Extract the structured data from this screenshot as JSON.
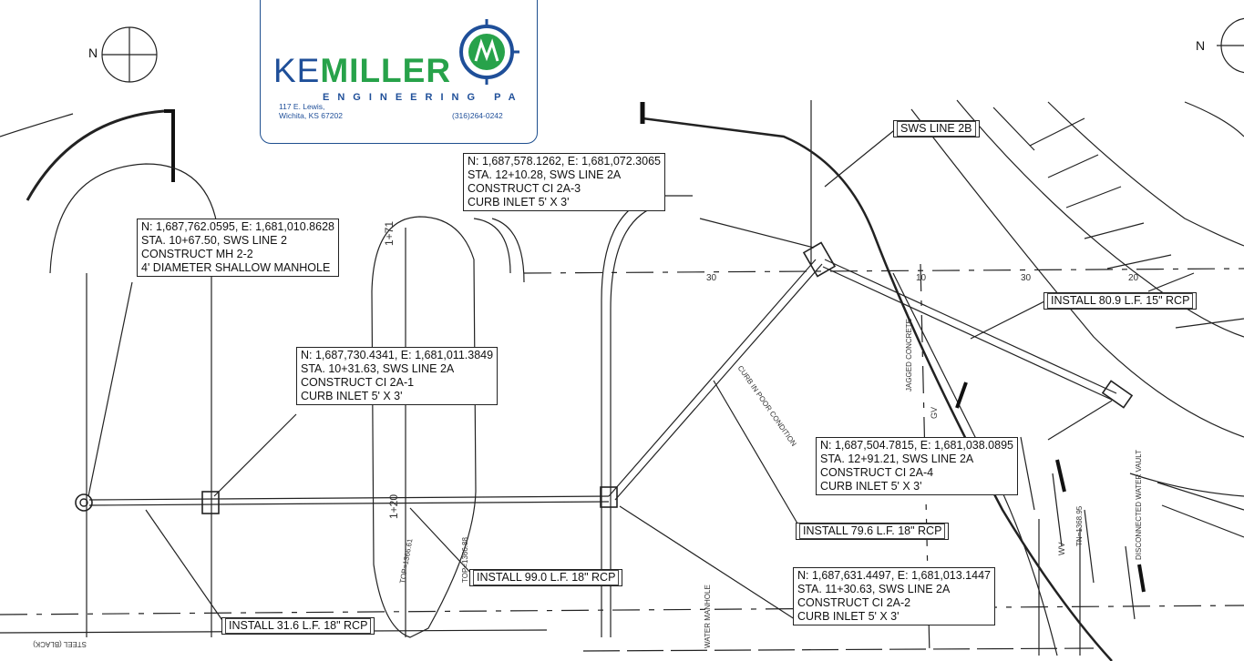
{
  "north_left": "N",
  "north_right": "N",
  "logo": {
    "word_ke": "KE",
    "word_miller": "MILLER",
    "subtitle": "ENGINEERING PA",
    "address_line1": "117 E. Lewis,",
    "address_line2": "Wichita, KS 67202",
    "phone": "(316)264-0242"
  },
  "callouts": {
    "mh_2_2": {
      "coords": "N: 1,687,762.0595, E: 1,681,010.8628",
      "station": "STA. 10+67.50, SWS LINE 2",
      "construct": "CONSTRUCT MH 2-2",
      "desc": "4' DIAMETER SHALLOW MANHOLE"
    },
    "ci_2a_3": {
      "coords": "N: 1,687,578.1262, E: 1,681,072.3065",
      "station": "STA. 12+10.28, SWS LINE 2A",
      "construct": "CONSTRUCT CI 2A-3",
      "desc": "CURB INLET 5' X 3'"
    },
    "ci_2a_1": {
      "coords": "N: 1,687,730.4341, E: 1,681,011.3849",
      "station": "STA. 10+31.63, SWS LINE 2A",
      "construct": "CONSTRUCT CI 2A-1",
      "desc": "CURB INLET 5' X 3'"
    },
    "ci_2a_4": {
      "coords": "N: 1,687,504.7815, E: 1,681,038.0895",
      "station": "STA. 12+91.21, SWS LINE 2A",
      "construct": "CONSTRUCT CI 2A-4",
      "desc": "CURB INLET 5' X 3'"
    },
    "ci_2a_2": {
      "coords": "N: 1,687,631.4497, E: 1,681,013.1447",
      "station": "STA. 11+30.63, SWS LINE 2A",
      "construct": "CONSTRUCT CI 2A-2",
      "desc": "CURB INLET 5' X 3'"
    }
  },
  "tags": {
    "sws_2b": "SWS LINE 2B",
    "pipe_80_9": "INSTALL 80.9 L.F. 15\" RCP",
    "pipe_79_6": "INSTALL 79.6 L.F. 18\" RCP",
    "pipe_99_0": "INSTALL 99.0 L.F. 18\" RCP",
    "pipe_31_6": "INSTALL 31.6 L.F. 18\" RCP"
  },
  "annotations": {
    "sta_171": "1+71",
    "sta_120": "1+20",
    "top_1": "TOP=1366.61",
    "top_2": "TOP=1366.88",
    "jagged": "JAGGED CONCRETE",
    "poor": "CURB IN POOR CONDITION",
    "water_manhole": "WATER MANHOLE",
    "disconnected": "DISCONNECTED WATER VAULT",
    "wv": "WV",
    "gv": "GV",
    "steel": "STEEL (BLACK)",
    "tn": "TN=1368.95",
    "tick_30a": "30",
    "tick_10a": "10",
    "tick_30b": "30",
    "tick_20": "20"
  }
}
